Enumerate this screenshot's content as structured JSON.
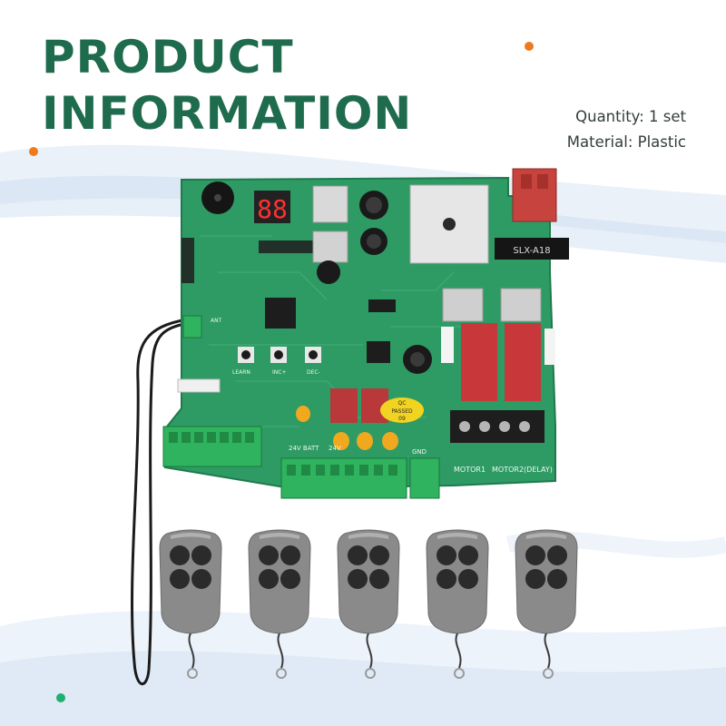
{
  "heading": {
    "line1": "PRODUCT",
    "line2": "INFORMATION"
  },
  "specs": {
    "quantity": "Quantity: 1 set",
    "material": "Material: Plastic"
  },
  "board": {
    "display": "88",
    "buttons": [
      "LEARN",
      "INC+",
      "DEC-"
    ],
    "label_batt": "24V BATT",
    "label_24v": "24V",
    "label_gnd": "GND",
    "label_ant": "ANT",
    "sticker": [
      "QC",
      "PASSED",
      "09"
    ],
    "motor1": "MOTOR1",
    "motor2": "MOTOR2(DELAY)",
    "part_no": "SLX-A18"
  },
  "colors": {
    "title": "#1f6b4e",
    "accent_orange": "#ee7a1d",
    "accent_green": "#1fb06f",
    "pcb": "#2e9a64"
  },
  "remotes": {
    "count": 5
  }
}
